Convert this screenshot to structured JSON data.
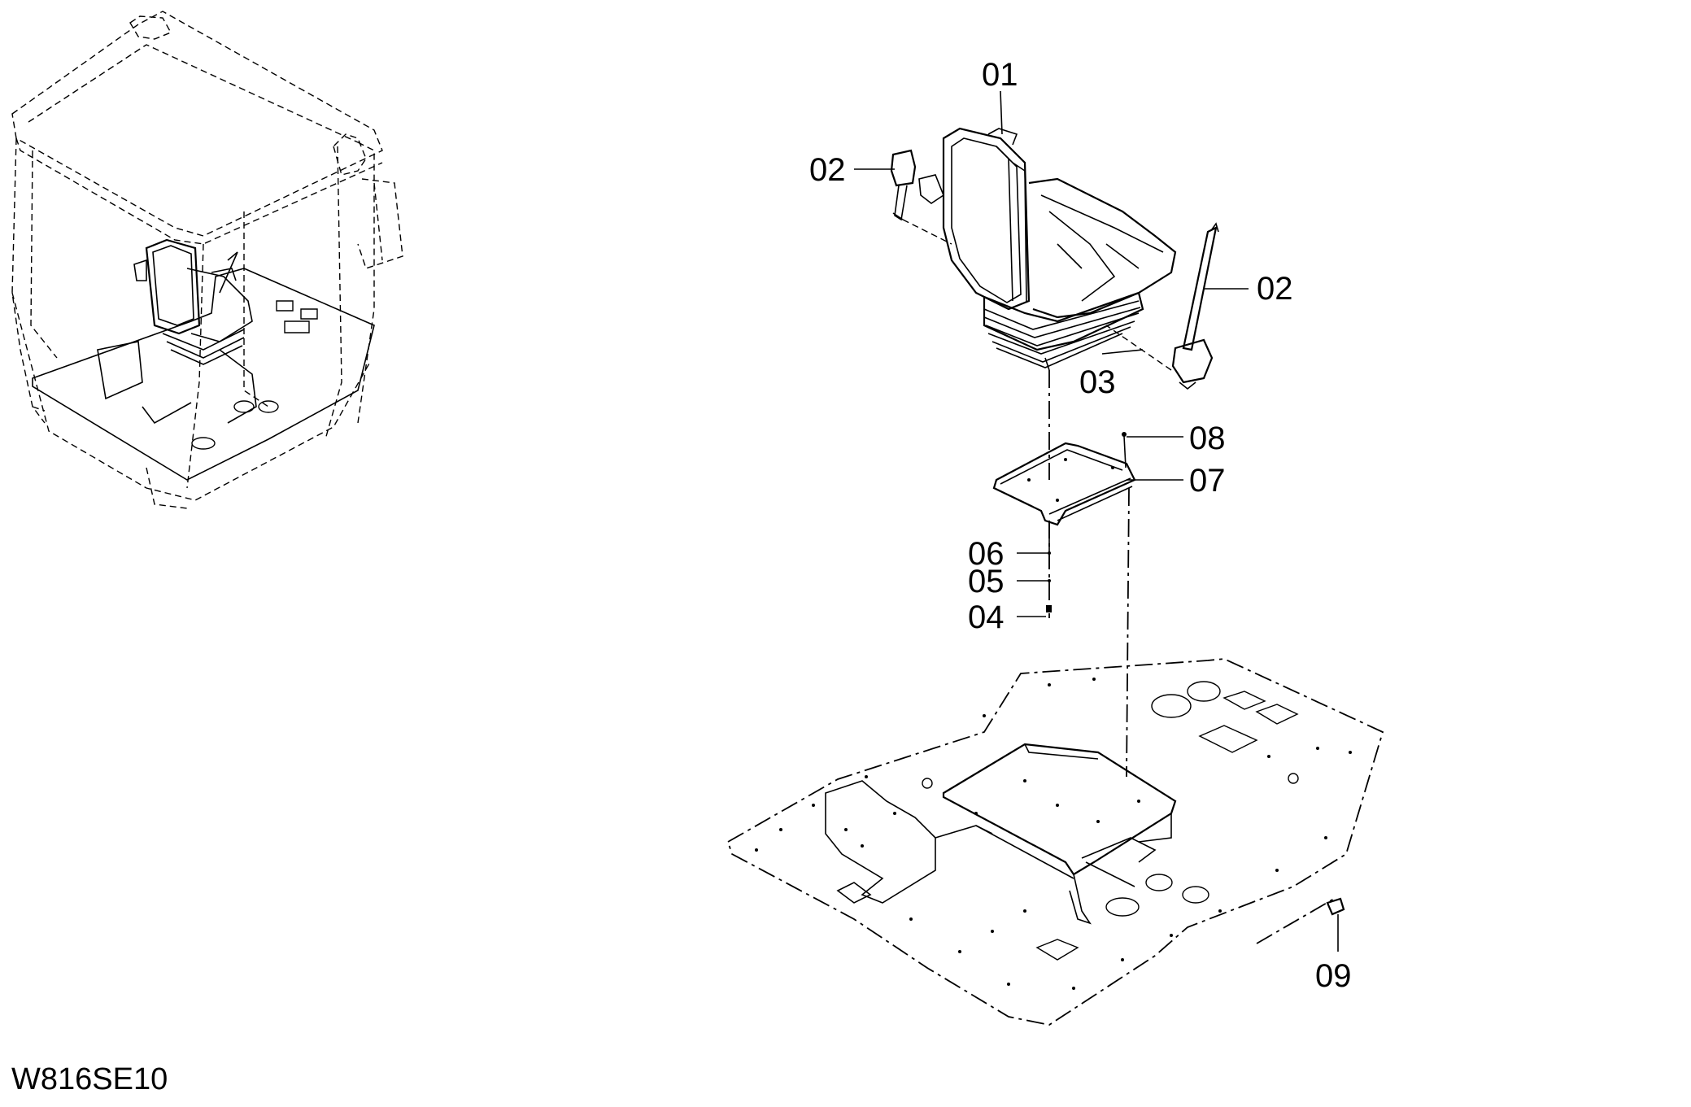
{
  "drawing_id": "W816SE10",
  "callouts": {
    "c01": "01",
    "c02a": "02",
    "c02b": "02",
    "c03": "03",
    "c04": "04",
    "c05": "05",
    "c06": "06",
    "c07": "07",
    "c08": "08",
    "c09": "09"
  }
}
